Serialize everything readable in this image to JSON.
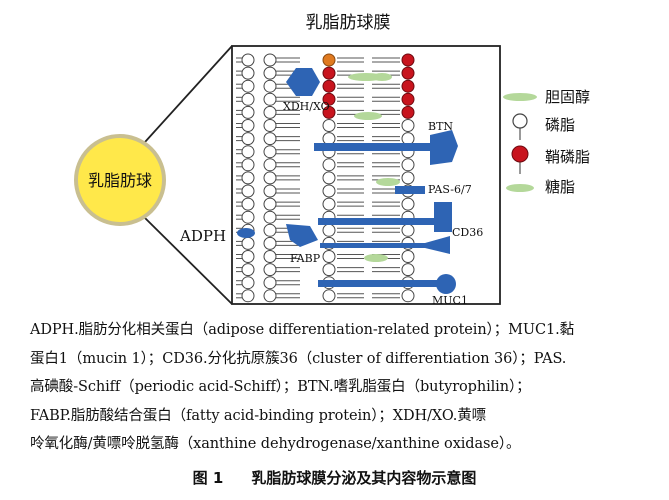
{
  "figure": {
    "membrane_title": "乳脂肪球膜",
    "globule_label": "乳脂肪球",
    "adph_label": "ADPH",
    "protein_labels": {
      "xdh": "XDH/XO",
      "btn": "BTN",
      "pas": "PAS-6/7",
      "cd36": "CD36",
      "fabp": "FABP",
      "muc1": "MUC1"
    },
    "legend": [
      {
        "label": "胆固醇",
        "icon": "cholesterol-icon"
      },
      {
        "label": "磷脂",
        "icon": "phospholipid-icon"
      },
      {
        "label": "鞘磷脂",
        "icon": "sphingomyelin-icon"
      },
      {
        "label": "糖脂",
        "icon": "glycolipid-icon"
      }
    ],
    "colors": {
      "protein_blue": "#2e64b4",
      "sphingomyelin_red": "#c8141e",
      "glycolipid_orange": "#e07a20",
      "cholesterol_green": "#b4d89a",
      "globule_yellow": "#ffe84a",
      "phospholipid_head": "#ffffff"
    }
  },
  "caption": {
    "lines": [
      "ADPH.脂肪分化相关蛋白（adipose differentiation-related protein）；MUC1.黏",
      "蛋白1（mucin 1）；CD36.分化抗原簇36（cluster of differentiation 36）；PAS.",
      "高碘酸-Schiff（periodic acid-Schiff）；BTN.嗜乳脂蛋白（butyrophilin）；",
      "FABP.脂肪酸结合蛋白（fatty acid-binding protein）；XDH/XO.黄嘌",
      "呤氧化酶/黄嘌呤脱氢酶（xanthine dehydrogenase/xanthine oxidase）。"
    ]
  },
  "figure_title": {
    "number": "图 1",
    "text": "乳脂肪球膜分泌及其内容物示意图"
  }
}
